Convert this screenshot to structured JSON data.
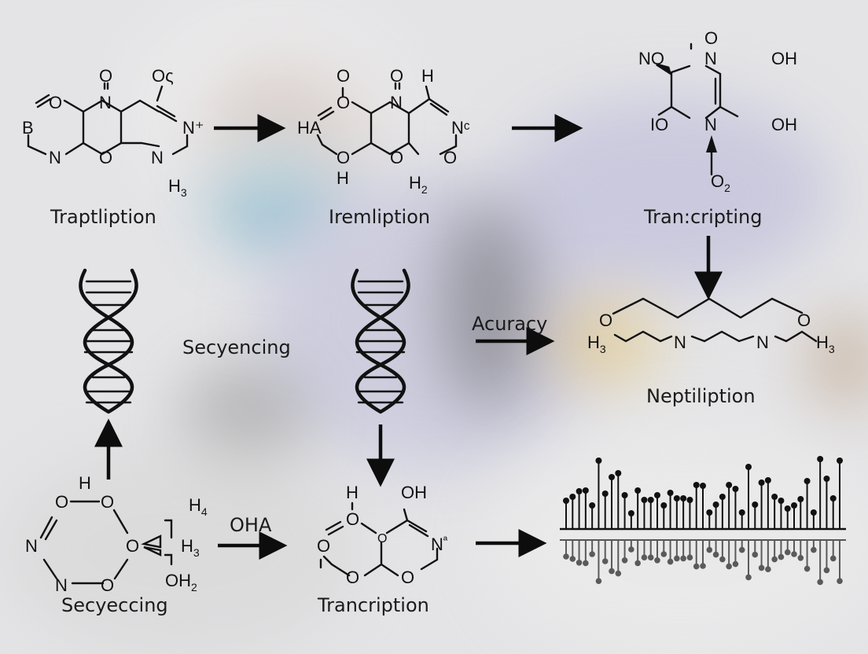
{
  "diagram": {
    "molecules": [
      {
        "id": "m1",
        "caption": "Traptliption",
        "atoms": [
          "O",
          "O",
          "Oς",
          "B",
          "N",
          "N",
          "O",
          "N",
          "N⁺",
          "H",
          "3"
        ]
      },
      {
        "id": "m2",
        "caption": "Iremliption",
        "atoms": [
          "O",
          "O",
          "H",
          "O",
          "HA",
          "N",
          "Nᶜ",
          "O",
          "O",
          "O",
          "H",
          "H",
          "2"
        ]
      },
      {
        "id": "m3",
        "caption": "Tran:cripting",
        "atoms": [
          "NO",
          "O",
          "N",
          "OH",
          "IO",
          "N",
          "OH",
          "O",
          "2"
        ]
      },
      {
        "id": "m4",
        "caption": "Neptiliption",
        "atoms": [
          "O",
          "O",
          "H",
          "3",
          "N",
          "N",
          "H",
          "3"
        ]
      },
      {
        "id": "m5",
        "caption": "Secyeccing",
        "atoms": [
          "H",
          "O",
          "O",
          "N",
          "O",
          "N",
          "O",
          "H",
          "4",
          "H",
          "3",
          "OH",
          "2"
        ]
      },
      {
        "id": "m6",
        "caption": "Trancription",
        "atoms": [
          "H",
          "OH",
          "O",
          "O",
          "O",
          "N",
          "ª",
          "O",
          "O"
        ]
      }
    ],
    "helix_labels": {
      "left": "Secyencing"
    },
    "arrow_labels": {
      "accuracy": "Acuracy",
      "oha": "OHA"
    },
    "colors": {
      "ink": "#111111",
      "background": "#e4e4e6",
      "plot_lower": "#5a5a5a"
    }
  },
  "chart_data": {
    "type": "stem",
    "title": "",
    "xlabel": "",
    "ylabel": "",
    "series": [
      {
        "name": "upper",
        "values": [
          36,
          41,
          48,
          49,
          30,
          87,
          45,
          66,
          71,
          43,
          20,
          49,
          37,
          37,
          43,
          30,
          46,
          39,
          39,
          37,
          56,
          55,
          21,
          31,
          41,
          56,
          51,
          21,
          79,
          31,
          59,
          62,
          41,
          36,
          26,
          30,
          38,
          61,
          21,
          89,
          64,
          39,
          87
        ]
      },
      {
        "name": "lower",
        "values": [
          35,
          40,
          48,
          49,
          30,
          87,
          45,
          66,
          71,
          43,
          20,
          49,
          37,
          37,
          43,
          30,
          46,
          39,
          39,
          37,
          56,
          55,
          21,
          31,
          41,
          56,
          51,
          21,
          79,
          31,
          59,
          62,
          41,
          36,
          26,
          30,
          38,
          61,
          21,
          89,
          64,
          39,
          87
        ]
      }
    ],
    "grid": false,
    "legend": "none"
  }
}
